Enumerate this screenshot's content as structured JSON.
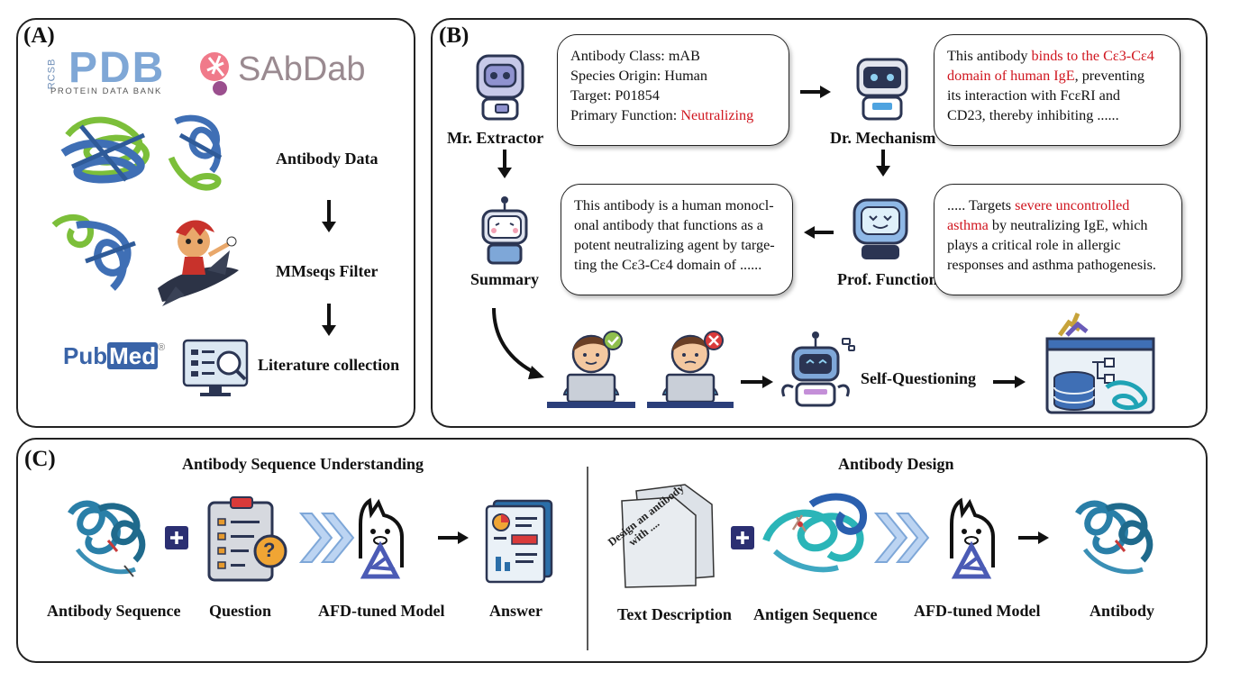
{
  "panel_a": {
    "label": "(A)",
    "pdb_logo": {
      "rcsb": "RCSB",
      "pdb": "PDB",
      "sub": "PROTEIN DATA BANK"
    },
    "sabdab_logo": {
      "text": "SAbDab"
    },
    "pubmed_logo": {
      "text_a": "Pub",
      "text_b": "Med",
      "reg": "®"
    },
    "steps": [
      "Antibody Data",
      "MMseqs Filter",
      "Literature collection"
    ]
  },
  "panel_b": {
    "label": "(B)",
    "agents": {
      "extractor": "Mr. Extractor",
      "mechanism": "Dr. Mechanism",
      "function": "Prof. Function",
      "summary": "Summary"
    },
    "extractor_bubble": {
      "l1": "Antibody Class: mAB",
      "l2": "Species Origin: Human",
      "l3": "Target: P01854",
      "l4_a": "Primary Function: ",
      "l4_b": "Neutralizing"
    },
    "mechanism_bubble": {
      "l1_a": "This antibody ",
      "l1_b": "binds to the Cε3-Cε4",
      "l2_a": "domain of human IgE",
      "l2_b": ", preventing",
      "l3": "its interaction with FcεRI and",
      "l4": "CD23, thereby inhibiting ......"
    },
    "summary_bubble": {
      "l1": "This antibody is a human monocl-",
      "l2": "onal antibody that functions as a",
      "l3": "potent neutralizing agent by targe-",
      "l4": "ting the Cε3-Cε4 domain of ......"
    },
    "function_bubble": {
      "l1_a": "..... Targets ",
      "l1_b": "severe uncontrolled",
      "l2_a": "asthma",
      "l2_b": " by neutralizing IgE, which",
      "l3": "plays a critical role in allergic",
      "l4": "responses and asthma pathogenesis."
    },
    "self_questioning": "Self-Questioning"
  },
  "panel_c": {
    "label": "(C)",
    "left_title": "Antibody Sequence Understanding",
    "right_title": "Antibody Design",
    "left_items": [
      "Antibody Sequence",
      "Question",
      "AFD-tuned Model",
      "Answer"
    ],
    "right_items": [
      "Text Description",
      "Antigen Sequence",
      "AFD-tuned Model",
      "Antibody"
    ],
    "paper_text_1": "Design an antibody",
    "paper_text_2": "with ....",
    "question_mark": "?"
  },
  "colors": {
    "red_text": "#d0161f",
    "pdb_blue": "#7fa7d6",
    "sabdab_gray": "#9a8a90",
    "sabdab_pink": "#f07a8a",
    "pubmed_blue": "#3a64a8",
    "protein_blue": "#3f6fb5",
    "protein_green": "#7cbf3a",
    "teal": "#1f7f9a",
    "navy": "#2b2f72",
    "robot_blue": "#8fb8e6"
  },
  "icons": [
    "robot-icon",
    "person-laptop-icon",
    "check-icon",
    "cross-icon",
    "database-icon",
    "document-icon",
    "llama-logo-icon",
    "plus-icon",
    "double-chevron-icon",
    "monitor-search-icon"
  ]
}
